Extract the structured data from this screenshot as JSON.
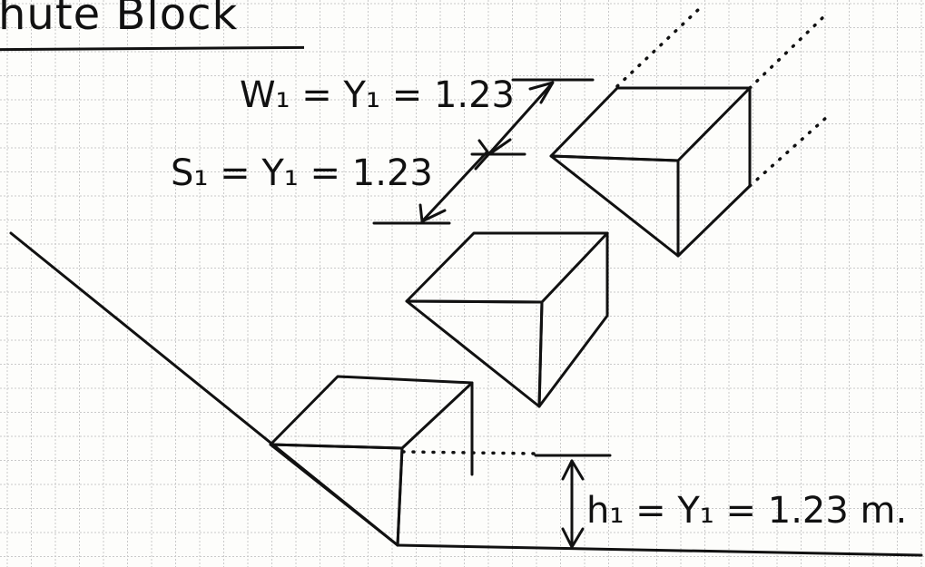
{
  "title": "hute Block",
  "labels": {
    "width": "W₁ = Y₁ = 1.23",
    "spacing": "S₁ = Y₁ = 1.23",
    "height": "h₁ = Y₁ = 1.23 m."
  },
  "colors": {
    "ink": "#111111",
    "paper": "#fdfdfb",
    "grid": "#c9c9c9"
  }
}
